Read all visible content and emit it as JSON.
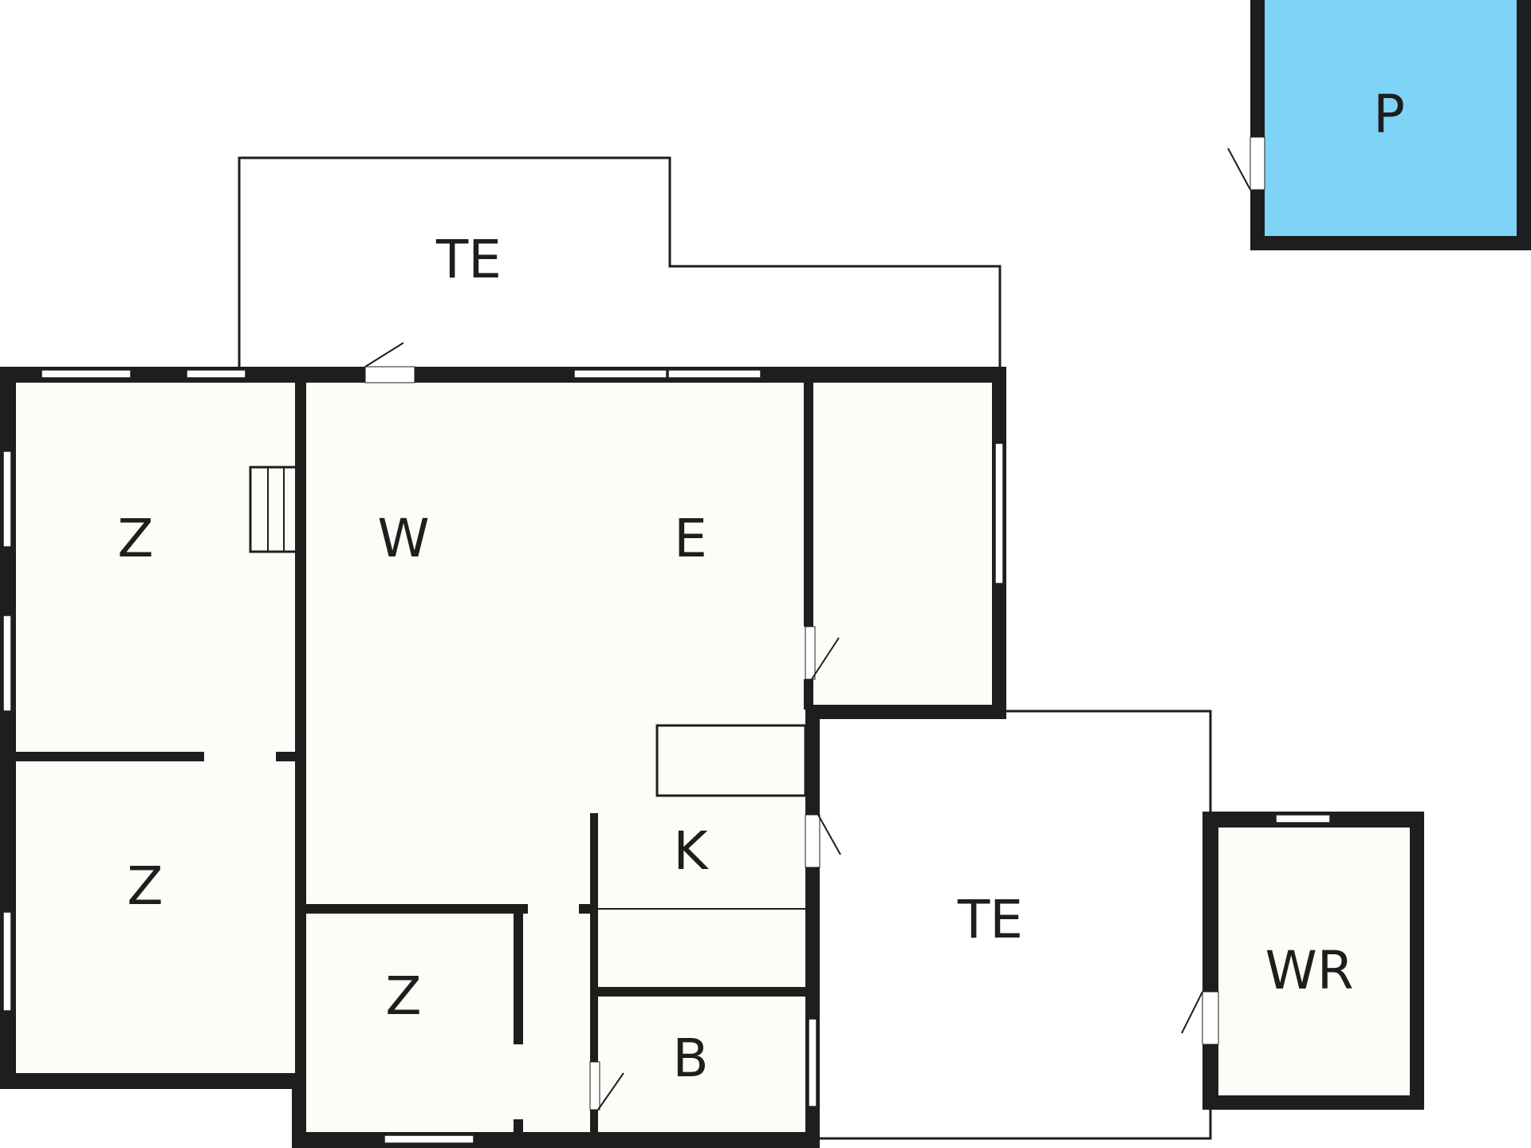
{
  "colors": {
    "wall": "#1e1e1e",
    "floor": "#fdfdf8",
    "pool": "#7fd3f7",
    "background": "#ffffff"
  },
  "rooms": [
    {
      "id": "terrace-top",
      "label": "TE"
    },
    {
      "id": "bedroom-1",
      "label": "Z"
    },
    {
      "id": "living",
      "label": "W"
    },
    {
      "id": "dining",
      "label": "E"
    },
    {
      "id": "bedroom-2",
      "label": "Z"
    },
    {
      "id": "kitchen",
      "label": "K"
    },
    {
      "id": "bedroom-3",
      "label": "Z"
    },
    {
      "id": "bath",
      "label": "B"
    },
    {
      "id": "terrace-right",
      "label": "TE"
    },
    {
      "id": "utility",
      "label": "WR"
    },
    {
      "id": "pool",
      "label": "P"
    }
  ]
}
